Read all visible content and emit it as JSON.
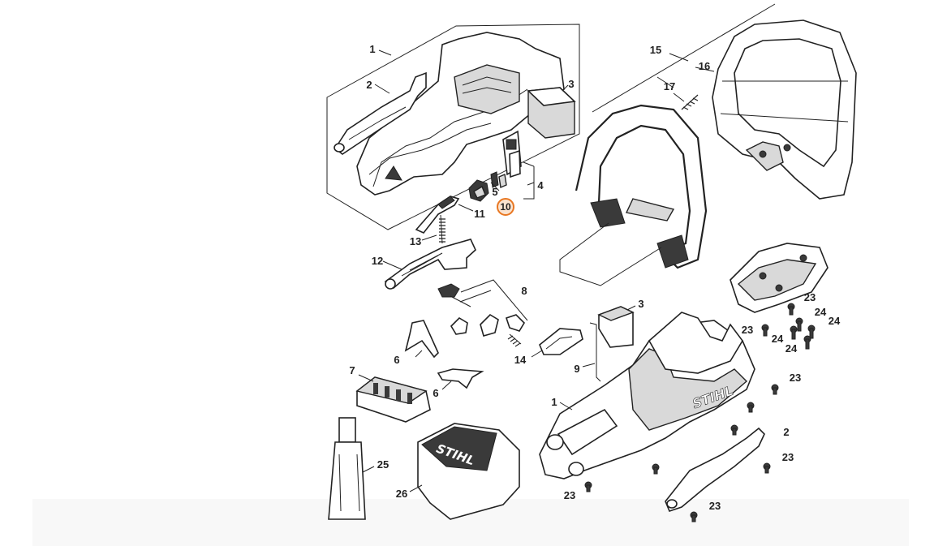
{
  "callouts": [
    {
      "id": "c1a",
      "label": "1"
    },
    {
      "id": "c2a",
      "label": "2"
    },
    {
      "id": "c3a",
      "label": "3"
    },
    {
      "id": "c4",
      "label": "4"
    },
    {
      "id": "c5",
      "label": "5"
    },
    {
      "id": "c10",
      "label": "10",
      "highlighted": true
    },
    {
      "id": "c11",
      "label": "11"
    },
    {
      "id": "c13",
      "label": "13"
    },
    {
      "id": "c12",
      "label": "12"
    },
    {
      "id": "c8",
      "label": "8"
    },
    {
      "id": "c6a",
      "label": "6"
    },
    {
      "id": "c14",
      "label": "14"
    },
    {
      "id": "c9",
      "label": "9"
    },
    {
      "id": "c7",
      "label": "7"
    },
    {
      "id": "c6b",
      "label": "6"
    },
    {
      "id": "c25",
      "label": "25"
    },
    {
      "id": "c26",
      "label": "26"
    },
    {
      "id": "c1b",
      "label": "1"
    },
    {
      "id": "c3b",
      "label": "3"
    },
    {
      "id": "c15",
      "label": "15"
    },
    {
      "id": "c16",
      "label": "16"
    },
    {
      "id": "c17",
      "label": "17"
    },
    {
      "id": "c23a",
      "label": "23"
    },
    {
      "id": "c24a",
      "label": "24"
    },
    {
      "id": "c23b",
      "label": "23"
    },
    {
      "id": "c24b",
      "label": "24"
    },
    {
      "id": "c24c",
      "label": "24"
    },
    {
      "id": "c24d",
      "label": "24"
    },
    {
      "id": "c23c",
      "label": "23"
    },
    {
      "id": "c2b",
      "label": "2"
    },
    {
      "id": "c23d",
      "label": "23"
    },
    {
      "id": "c23e",
      "label": "23"
    },
    {
      "id": "c23f",
      "label": "23"
    }
  ],
  "logos": {
    "housing_logo": "STIHL",
    "cover_logo": "STIHL"
  },
  "highlight_color": "#e87722"
}
